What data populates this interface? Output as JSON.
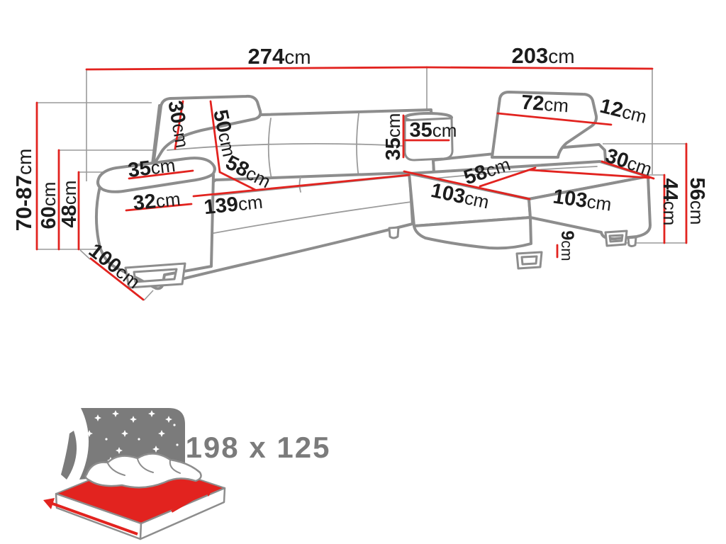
{
  "diagram": {
    "type": "corner-sofa-dimension-diagram",
    "colors": {
      "dimension_line": "#e2231f",
      "sofa_outline": "#8d8d8d",
      "label_text": "#1c1c1c",
      "icon_gray": "#7b7b7b"
    },
    "dimensions": {
      "total_width": {
        "value": "274",
        "unit": "cm"
      },
      "total_depth": {
        "value": "203",
        "unit": "cm"
      },
      "height_range": {
        "value": "70-87",
        "unit": "cm"
      },
      "back_height": {
        "value": "60",
        "unit": "cm"
      },
      "seat_height": {
        "value": "48",
        "unit": "cm"
      },
      "side_depth": {
        "value": "100",
        "unit": "cm"
      },
      "headrest_left_h": {
        "value": "30",
        "unit": "cm"
      },
      "backrest_left_h": {
        "value": "50",
        "unit": "cm"
      },
      "armrest_top_w": {
        "value": "35",
        "unit": "cm"
      },
      "seat_depth_left": {
        "value": "58",
        "unit": "cm"
      },
      "armrest_front_w": {
        "value": "32",
        "unit": "cm"
      },
      "seat_width": {
        "value": "139",
        "unit": "cm"
      },
      "corner_pillow_h": {
        "value": "35",
        "unit": "cm"
      },
      "corner_pillow_w": {
        "value": "35",
        "unit": "cm"
      },
      "headrest_right_w": {
        "value": "72",
        "unit": "cm"
      },
      "headrest_right_side": {
        "value": "12",
        "unit": "cm"
      },
      "chaise_width": {
        "value": "58",
        "unit": "cm"
      },
      "back_top_right": {
        "value": "30",
        "unit": "cm"
      },
      "chaise_front_len": {
        "value": "103",
        "unit": "cm"
      },
      "chaise_side_len": {
        "value": "103",
        "unit": "cm"
      },
      "cushion_height": {
        "value": "44",
        "unit": "cm"
      },
      "side_height": {
        "value": "56",
        "unit": "cm"
      },
      "leg_height": {
        "value": "9",
        "unit": "cm"
      }
    },
    "sleeping_area": {
      "label": "198 x 125"
    }
  }
}
